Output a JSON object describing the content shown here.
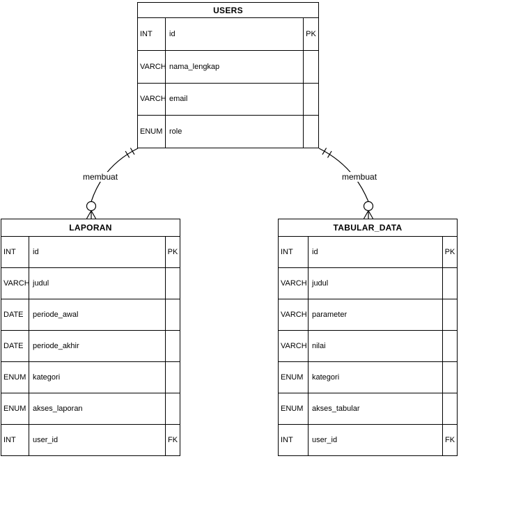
{
  "diagram": {
    "background_color": "#ffffff",
    "line_color": "#000000",
    "text_color": "#000000"
  },
  "entities": {
    "users": {
      "title": "USERS",
      "rows": [
        {
          "type": "INT",
          "name": "id",
          "key": "PK"
        },
        {
          "type": "VARCH",
          "name": "nama_lengkap",
          "key": ""
        },
        {
          "type": "VARCH",
          "name": "email",
          "key": ""
        },
        {
          "type": "ENUM",
          "name": "role",
          "key": ""
        }
      ]
    },
    "laporan": {
      "title": "LAPORAN",
      "rows": [
        {
          "type": "INT",
          "name": "id",
          "key": "PK"
        },
        {
          "type": "VARCH",
          "name": "judul",
          "key": ""
        },
        {
          "type": "DATE",
          "name": "periode_awal",
          "key": ""
        },
        {
          "type": "DATE",
          "name": "periode_akhir",
          "key": ""
        },
        {
          "type": "ENUM",
          "name": "kategori",
          "key": ""
        },
        {
          "type": "ENUM",
          "name": "akses_laporan",
          "key": ""
        },
        {
          "type": "INT",
          "name": "user_id",
          "key": "FK"
        }
      ]
    },
    "tabular": {
      "title": "TABULAR_DATA",
      "rows": [
        {
          "type": "INT",
          "name": "id",
          "key": "PK"
        },
        {
          "type": "VARCH",
          "name": "judul",
          "key": ""
        },
        {
          "type": "VARCH",
          "name": "parameter",
          "key": ""
        },
        {
          "type": "VARCH",
          "name": "nilai",
          "key": ""
        },
        {
          "type": "ENUM",
          "name": "kategori",
          "key": ""
        },
        {
          "type": "ENUM",
          "name": "akses_tabular",
          "key": ""
        },
        {
          "type": "INT",
          "name": "user_id",
          "key": "FK"
        }
      ]
    }
  },
  "relationships": [
    {
      "label": "membuat",
      "from": "USERS",
      "to": "LAPORAN",
      "from_notation": "exactly-one",
      "to_notation": "zero-or-many"
    },
    {
      "label": "membuat",
      "from": "USERS",
      "to": "TABULAR_DATA",
      "from_notation": "exactly-one",
      "to_notation": "zero-or-many"
    }
  ]
}
